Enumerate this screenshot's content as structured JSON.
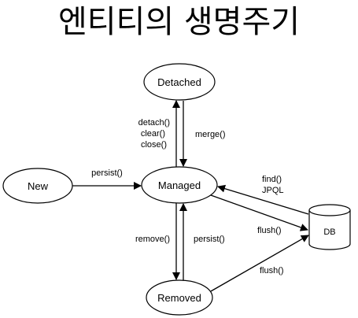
{
  "title": "엔티티의 생명주기",
  "nodes": {
    "detached": "Detached",
    "new": "New",
    "managed": "Managed",
    "removed": "Removed",
    "db": "DB"
  },
  "edges": {
    "detach_group": [
      "detach()",
      "clear()",
      "close()"
    ],
    "merge": "merge()",
    "persist_new": "persist()",
    "find": "find()",
    "jpql": "JPQL",
    "flush_managed": "flush()",
    "remove": "remove()",
    "persist_removed": "persist()",
    "flush_removed": "flush()"
  },
  "colors": {
    "stroke": "#000000",
    "fill": "#ffffff",
    "text": "#000000"
  }
}
